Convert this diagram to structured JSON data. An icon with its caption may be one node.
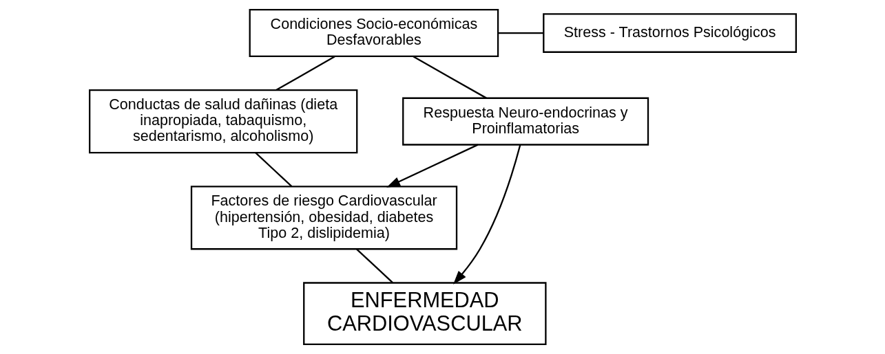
{
  "diagram": {
    "nodes": [
      {
        "text": [
          "Condiciones Socio-económicas Desfavorables"
        ]
      },
      {
        "text": [
          "Stress - Trastornos Psicológicos"
        ]
      },
      {
        "text": [
          "Conductas de salud dañinas (dieta inapropiada, tabaquismo, sedentarismo, alcoholismo)"
        ]
      },
      {
        "text": [
          "Respuesta Neuro-endocrinas y Proinflamatorias"
        ]
      },
      {
        "text": [
          "Factores de riesgo Cardiovascular (hipertensión, obesidad, diabetes Tipo 2, dislipidemia)"
        ]
      },
      {
        "text": [
          "ENFERMEDAD CARDIOVASCULAR"
        ]
      }
    ],
    "edges": [
      {
        "from": 1,
        "to": 0,
        "arrow": "none"
      },
      {
        "from": 0,
        "to": 2,
        "arrow": "none"
      },
      {
        "from": 0,
        "to": 3,
        "arrow": "none"
      },
      {
        "from": 2,
        "to": 4,
        "arrow": "none"
      },
      {
        "from": 4,
        "to": 5,
        "arrow": "none"
      },
      {
        "from": 3,
        "to": 4,
        "arrow": "to"
      },
      {
        "from": 3,
        "to": 5,
        "arrow": "to"
      }
    ]
  }
}
